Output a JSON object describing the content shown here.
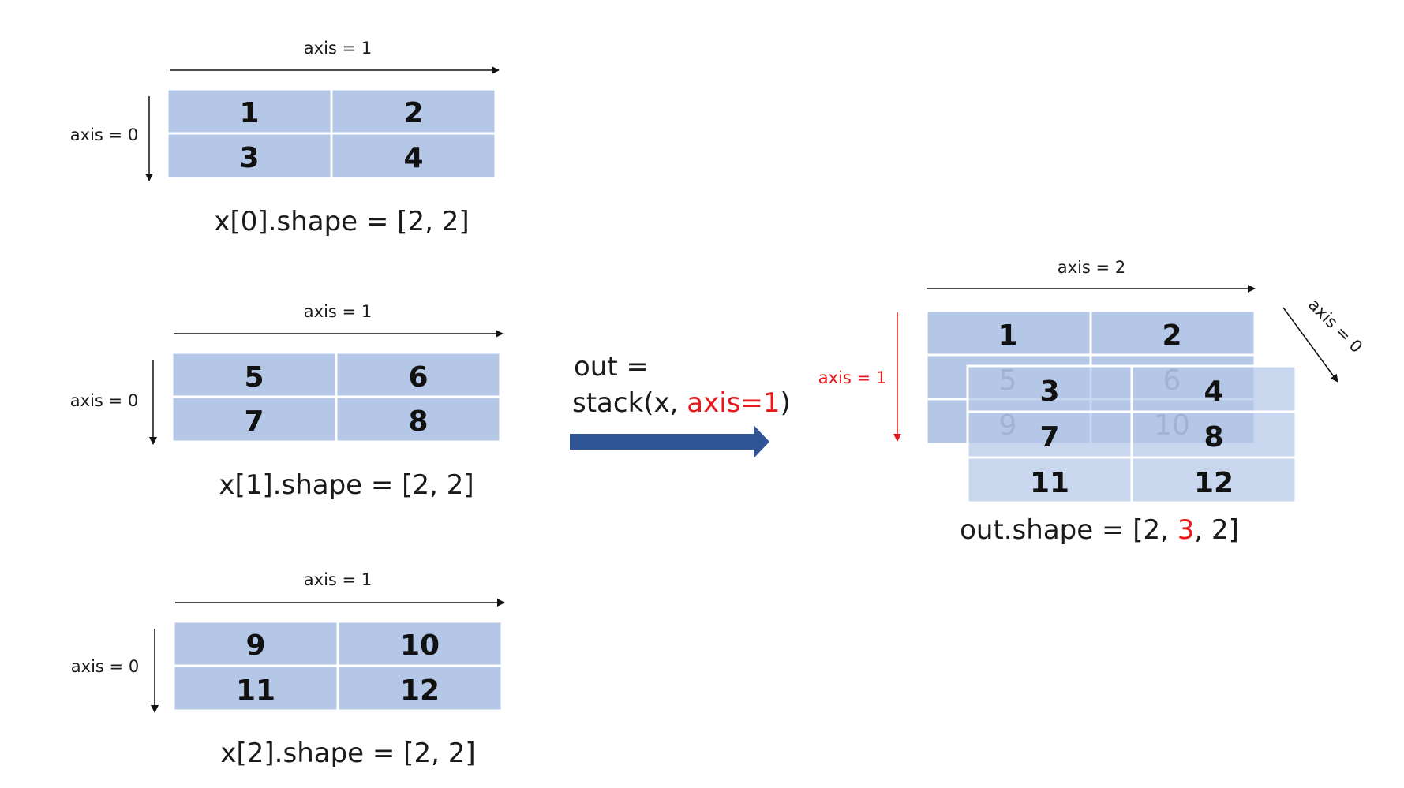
{
  "inputs": [
    {
      "row_axis_label": "axis = 0",
      "col_axis_label": "axis = 1",
      "cells": [
        "1",
        "2",
        "3",
        "4"
      ],
      "shape_label": "x[0].shape = [2, 2]"
    },
    {
      "row_axis_label": "axis = 0",
      "col_axis_label": "axis = 1",
      "cells": [
        "5",
        "6",
        "7",
        "8"
      ],
      "shape_label": "x[1].shape = [2, 2]"
    },
    {
      "row_axis_label": "axis = 0",
      "col_axis_label": "axis = 1",
      "cells": [
        "9",
        "10",
        "11",
        "12"
      ],
      "shape_label": "x[2].shape = [2, 2]"
    }
  ],
  "operation": {
    "line1": "out =",
    "line2_prefix": "stack(x, ",
    "line2_highlight": "axis=1",
    "line2_suffix": ")"
  },
  "output": {
    "axis2_label": "axis = 2",
    "axis1_label": "axis = 1",
    "axis0_label": "axis = 0",
    "back_layer": {
      "cells": [
        "1",
        "2"
      ],
      "faded_cells": [
        "5",
        "6",
        "9",
        "10"
      ]
    },
    "front_layer": {
      "cells": [
        "3",
        "4",
        "7",
        "8",
        "11",
        "12"
      ]
    },
    "shape_prefix": "out.shape = [2, ",
    "shape_highlight": "3",
    "shape_suffix": ", 2]"
  },
  "colors": {
    "cell_fill": "#b4c7e7",
    "cell_border": "#ffffff",
    "arrow_fill": "#2f5597",
    "highlight": "#e8191c",
    "line": "#111111"
  }
}
